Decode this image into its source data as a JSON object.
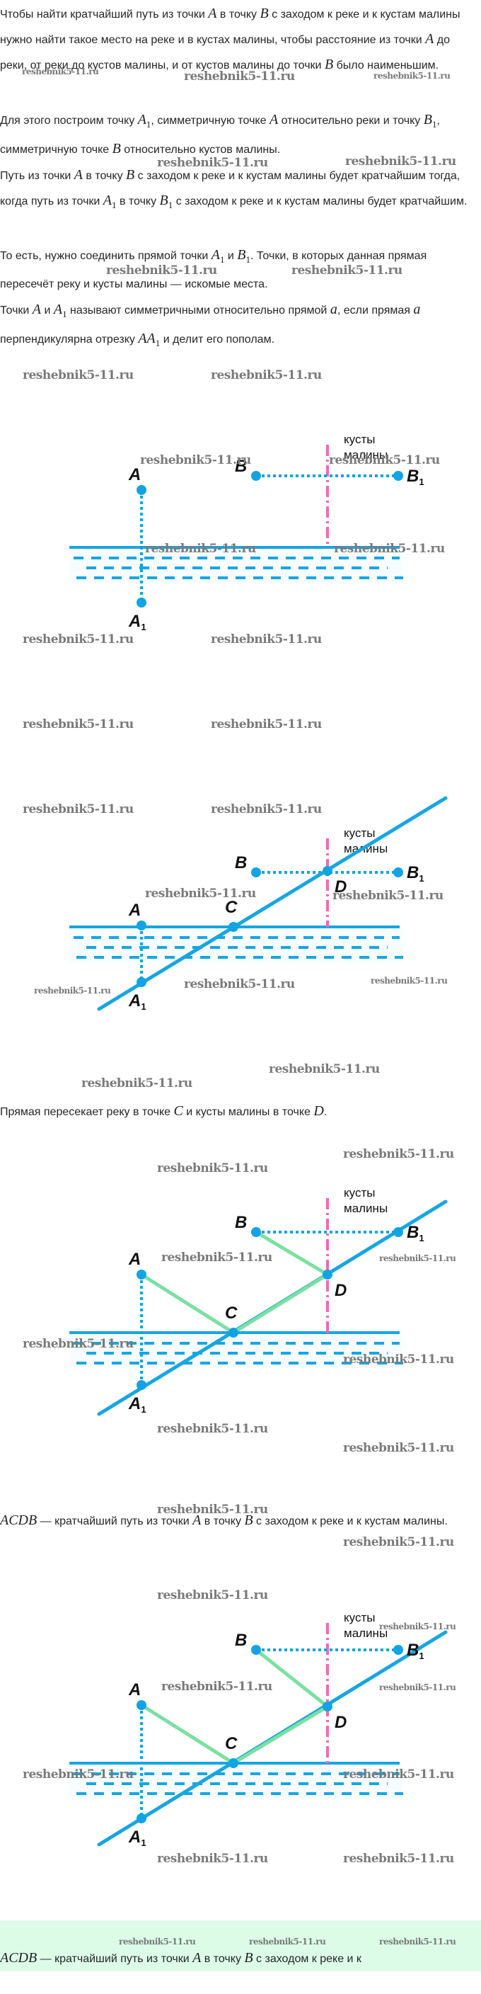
{
  "paragraphs": {
    "p1": {
      "t1": "Чтобы найти кратчайший путь из точки ",
      "v1": "A",
      "t2": " в точку ",
      "v2": "B",
      "t3": " с заходом к реке и к кустам малины нужно найти такое место на реке и в кустах малины, чтобы расстояние из точки ",
      "v3": "A",
      "t4": " до реки, от реки до кустов малины, и от кустов малины до точки ",
      "v4": "B",
      "t5": " было наименьшим."
    },
    "p2": {
      "t1": "Для этого построим точку ",
      "v1": "A",
      "s1": "1",
      "t2": ", симметричную точке ",
      "v2": "A",
      "t3": " относительно реки и точку ",
      "v3": "B",
      "s3": "1",
      "t4": ", симметричную точке ",
      "v4": "B",
      "t5": " относительно кустов малины."
    },
    "p3": {
      "t1": "Путь из точки ",
      "v1": "A",
      "t2": " в точку ",
      "v2": "B",
      "t3": " с заходом к реке и к кустам малины будет кратчайшим тогда, когда путь из точки ",
      "v3": "A",
      "s3": "1",
      "t4": " в точку ",
      "v4": "B",
      "s4": "1",
      "t5": " с заходом к реке и к кустам малины будет кратчайшим."
    },
    "p4": {
      "t1": "То есть, нужно соединить прямой точки ",
      "v1": "A",
      "s1": "1",
      "t2": " и ",
      "v2": "B",
      "s2": "1",
      "t3": ". Точки, в которых данная прямая пересечёт реку и кусты малины — искомые места."
    },
    "p5": {
      "t1": "Точки ",
      "v1": "A",
      "t2": " и ",
      "v2": "A",
      "s2": "1",
      "t3": " называют симметричными относительно прямой ",
      "v3": "a",
      "t4": ", если прямая ",
      "v4": "a",
      "t5": " перпендикулярна отрезку ",
      "v5": "AA",
      "s5": "1",
      "t6": " и делит его пополам."
    },
    "p6": {
      "t1": "Прямая пересекает реку в точке ",
      "v1": "C",
      "t2": " и кусты малины в точке ",
      "v2": "D",
      "t3": "."
    },
    "p7": {
      "v1": "ACDB",
      "t1": " — кратчайший путь из точки ",
      "v2": "A",
      "t2": " в точку ",
      "v3": "B",
      "t3": " с заходом к реке и к кустам малины."
    },
    "p8": {
      "v1": "ACDB",
      "t1": " — кратчайший путь из точки ",
      "v2": "A",
      "t2": " в точку ",
      "v3": "B",
      "t3": " с заходом к реке и к"
    }
  },
  "diagram_labels": {
    "bushes_line1": "кусты",
    "bushes_line2": "малины",
    "A": "A",
    "A1": "A",
    "B": "B",
    "B1": "B",
    "C": "C",
    "D": "D",
    "sub": "1"
  },
  "diagrams": [
    {
      "id": "construction",
      "shows_line_A1B1": false,
      "shows_path_ACDB": false,
      "shows_C": false,
      "shows_D": false
    },
    {
      "id": "line-A1-B1",
      "shows_line_A1B1": true,
      "shows_path_ACDB": false,
      "shows_C": true,
      "shows_D": true
    },
    {
      "id": "path-ACDB",
      "shows_line_A1B1": true,
      "shows_path_ACDB": true,
      "shows_C": true,
      "shows_D": true
    },
    {
      "id": "path-ACDB-repeat",
      "shows_line_A1B1": true,
      "shows_path_ACDB": true,
      "shows_C": true,
      "shows_D": true
    }
  ],
  "colors": {
    "point_blue": "#12a3e3",
    "river_blue": "#17a6e0",
    "bushes_pink": "#ef6aba",
    "path_green": "#7be0a2",
    "highlight_bg": "#dcfce8",
    "watermark": "#7a7a7a"
  },
  "watermark_text": "reshebnik5-11.ru"
}
